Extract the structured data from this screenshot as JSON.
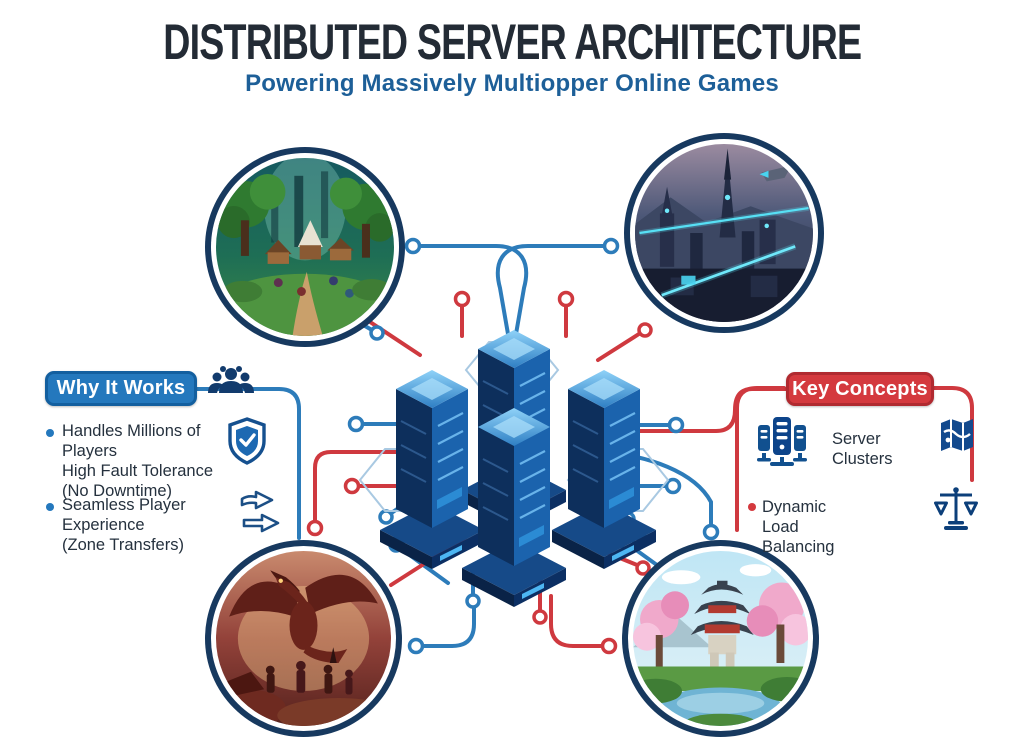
{
  "header": {
    "title": "DISTRIBUTED SERVER ARCHITECTURE",
    "subtitle": "Powering Massively Multiopper Online Games"
  },
  "why_panel": {
    "badge": "Why It Works",
    "items": [
      {
        "line1": "Handles Millions of Players",
        "line2": "High Fault Tolerance",
        "line3": "(No Downtime)"
      },
      {
        "line1": "Seamless Player Experience",
        "line2": "(Zone Transfers)"
      }
    ]
  },
  "concepts_panel": {
    "badge": "Key Concepts",
    "items": [
      {
        "label": "Server Clusters"
      },
      {
        "label": "Dynamic Load Balancing"
      }
    ]
  },
  "scenes": {
    "top_left": "fantasy-forest-village",
    "top_right": "sci-fi-city",
    "bottom_left": "dragon-battle",
    "bottom_right": "cherry-blossom-temple"
  },
  "icons": {
    "left_header": "crowd-icon",
    "item1": "shield-check-icon",
    "item2": "transfer-arrows-icon",
    "concept1_left": "server-cluster-icon",
    "concept1_right": "map-icon",
    "concept2": "balance-scale-icon"
  },
  "colors": {
    "accent_blue": "#2478bd",
    "accent_red": "#d4393e",
    "navy_ring": "#17395f",
    "title": "#232b35",
    "subtitle": "#1d5f98"
  }
}
